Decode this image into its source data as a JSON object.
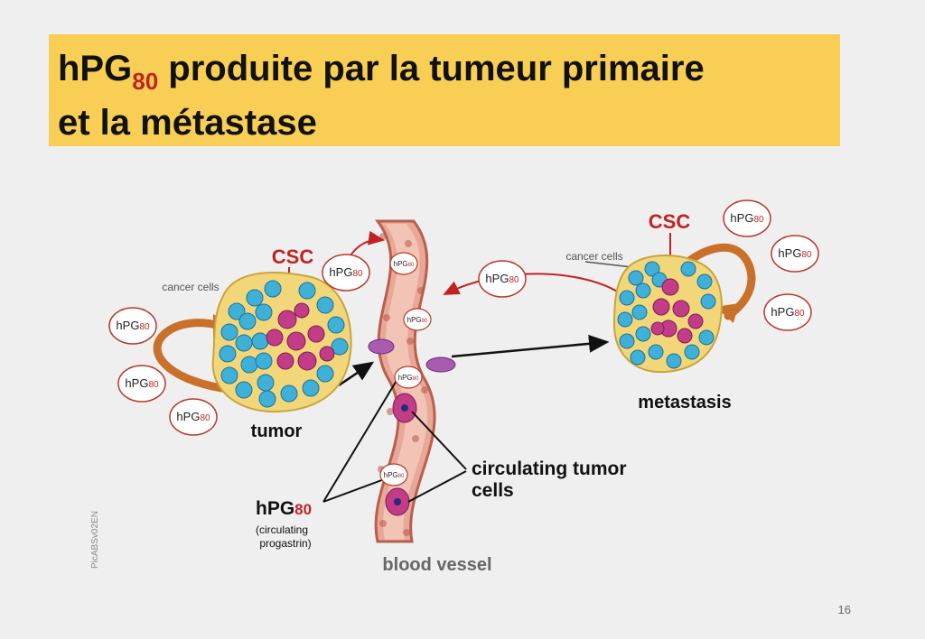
{
  "slide": {
    "title_prefix": "hPG",
    "title_subscript": "80",
    "title_line1_rest": " produite par la tumeur primaire",
    "title_line2": "et la métastase",
    "page_number": "16",
    "vertical_code": "PicABSv02EN"
  },
  "diagram": {
    "csc_label": "CSC",
    "cancer_cells_label": "cancer cells",
    "tumor_label": "tumor",
    "metastasis_label": "metastasis",
    "blood_vessel_label": "blood vessel",
    "circulating_tumor_cells_line1": "circulating tumor",
    "circulating_tumor_cells_line2": "cells",
    "hpg_prefix": "hPG",
    "hpg_sub": "80",
    "hpg_note_line1": "(circulating",
    "hpg_note_line2": "progastrin)",
    "colors": {
      "title_bar": "#f8cf54",
      "accent_red": "#c32222",
      "arrow_orange": "#c9702a",
      "vessel": "#d9907f",
      "cell_blue": "#3fb1d9",
      "cell_pink": "#c23c88",
      "tumor_outline": "#f2d77a"
    }
  }
}
